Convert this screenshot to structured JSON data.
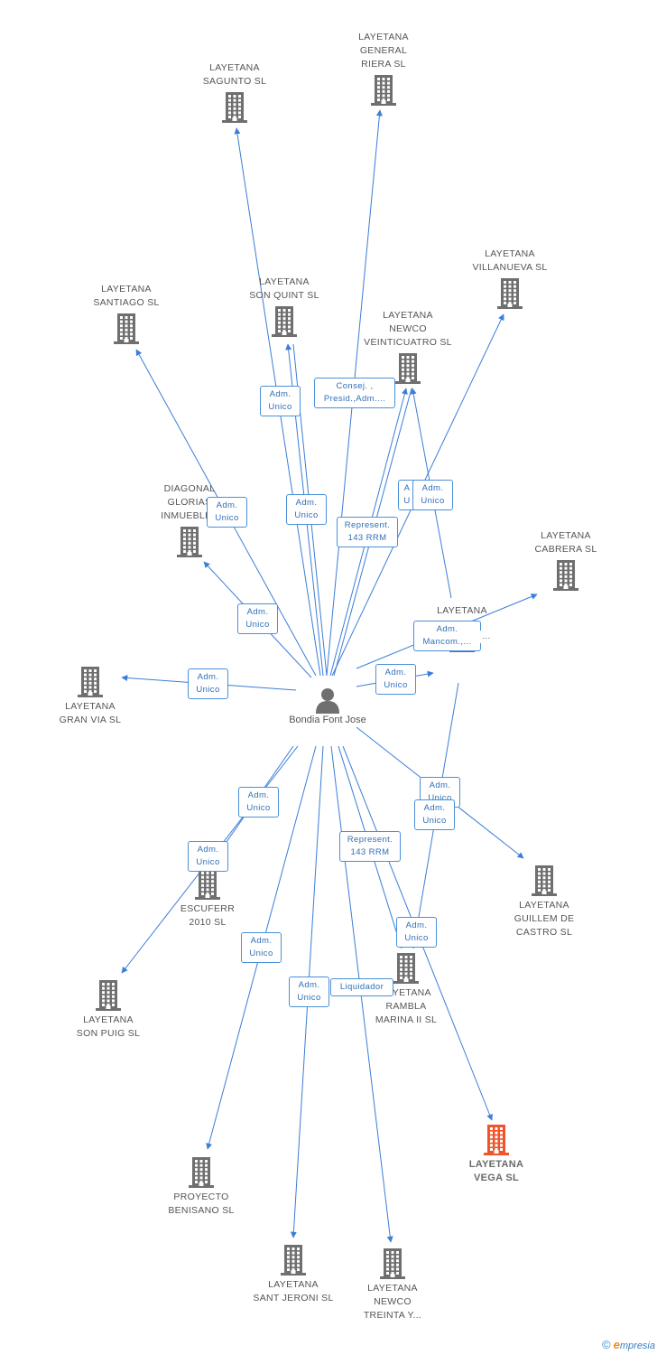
{
  "center": {
    "label": "Bondia Font\nJose"
  },
  "colors": {
    "edge": "#3b7dd8",
    "building": "#6f6f6f",
    "focus": "#f0552a"
  },
  "nodes": [
    {
      "id": "sagunto",
      "label": "LAYETANA\nSAGUNTO SL"
    },
    {
      "id": "general_riera",
      "label": "LAYETANA\nGENERAL\nRIERA SL"
    },
    {
      "id": "villanueva",
      "label": "LAYETANA\nVILLANUEVA SL"
    },
    {
      "id": "santiago",
      "label": "LAYETANA\nSANTIAGO SL"
    },
    {
      "id": "son_quint",
      "label": "LAYETANA\nSON QUINT SL"
    },
    {
      "id": "newco_24",
      "label": "LAYETANA\nNEWCO\nVEINTICUATRO SL"
    },
    {
      "id": "diagonal",
      "label": "DIAGONAL\nGLORIAS\nINMUEBLES"
    },
    {
      "id": "cabrera",
      "label": "LAYETANA\nCABRERA SL"
    },
    {
      "id": "layetana_mid",
      "label": "LAYETANA"
    },
    {
      "id": "gran_via",
      "label": "LAYETANA\nGRAN VIA SL"
    },
    {
      "id": "escuferr",
      "label": "ESCUFERR\n2010  SL"
    },
    {
      "id": "guillem",
      "label": "LAYETANA\nGUILLEM DE\nCASTRO SL"
    },
    {
      "id": "son_puig",
      "label": "LAYETANA\nSON PUIG SL"
    },
    {
      "id": "rambla",
      "label": "LAYETANA\nRAMBLA\nMARINA II SL"
    },
    {
      "id": "vega",
      "label": "LAYETANA\nVEGA SL",
      "focus": true
    },
    {
      "id": "benisano",
      "label": "PROYECTO\nBENISANO  SL"
    },
    {
      "id": "sant_jeroni",
      "label": "LAYETANA\nSANT JERONI SL"
    },
    {
      "id": "newco_30",
      "label": "LAYETANA\nNEWCO\nTREINTA Y..."
    }
  ],
  "edge_labels": [
    {
      "id": "el_sonquint",
      "text": "Adm.\nUnico"
    },
    {
      "id": "el_consej",
      "text": "Consej. ,\nPresid.,Adm...."
    },
    {
      "id": "el_santiago",
      "text": "Adm.\nUnico"
    },
    {
      "id": "el_sonquint2",
      "text": "Adm.\nUnico"
    },
    {
      "id": "el_represent1",
      "text": "Represent.\n143 RRM"
    },
    {
      "id": "el_hidden_a",
      "text": "A\nU"
    },
    {
      "id": "el_villanueva",
      "text": "Adm.\nUnico"
    },
    {
      "id": "el_diagonal",
      "text": "Adm.\nUnico"
    },
    {
      "id": "el_mancom",
      "text": "Adm.\nMancom.,..."
    },
    {
      "id": "el_mancom_tail",
      "text": "..."
    },
    {
      "id": "el_granvia",
      "text": "Adm.\nUnico"
    },
    {
      "id": "el_mid",
      "text": "Adm.\nUnico"
    },
    {
      "id": "el_guillem",
      "text": "Adm.\nUnico"
    },
    {
      "id": "el_guillem2",
      "text": "Adm.\nUnico"
    },
    {
      "id": "el_escuferr",
      "text": "Adm.\nUnico"
    },
    {
      "id": "el_sonpuig",
      "text": "Adm.\nUnico"
    },
    {
      "id": "el_represent2",
      "text": "Represent.\n143 RRM"
    },
    {
      "id": "el_vega",
      "text": "Adm.\nUnico"
    },
    {
      "id": "el_benisano",
      "text": "Adm.\nUnico"
    },
    {
      "id": "el_santjeroni",
      "text": "Adm.\nUnico"
    },
    {
      "id": "el_liquidador",
      "text": "Liquidador"
    }
  ],
  "footer": {
    "copyright": "©",
    "brand_initial": "e",
    "brand_rest": "mpresia"
  }
}
